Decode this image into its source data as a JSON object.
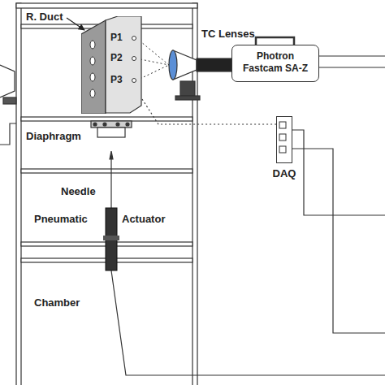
{
  "diagram": {
    "nodes": [
      {
        "text": [
          "P1",
          "P2",
          "P3"
        ]
      },
      {
        "text": [
          "Photron Fastcam SA-Z"
        ]
      },
      {
        "text": [
          "DAQ"
        ]
      }
    ],
    "edges": [
      {
        "from": 0,
        "to": 2,
        "arrow": "none"
      }
    ],
    "labels": [
      "R. Duct",
      "TC Lenses",
      "Diaphragm",
      "Needle",
      "Pneumatic",
      "Actuator",
      "Chamber"
    ]
  }
}
